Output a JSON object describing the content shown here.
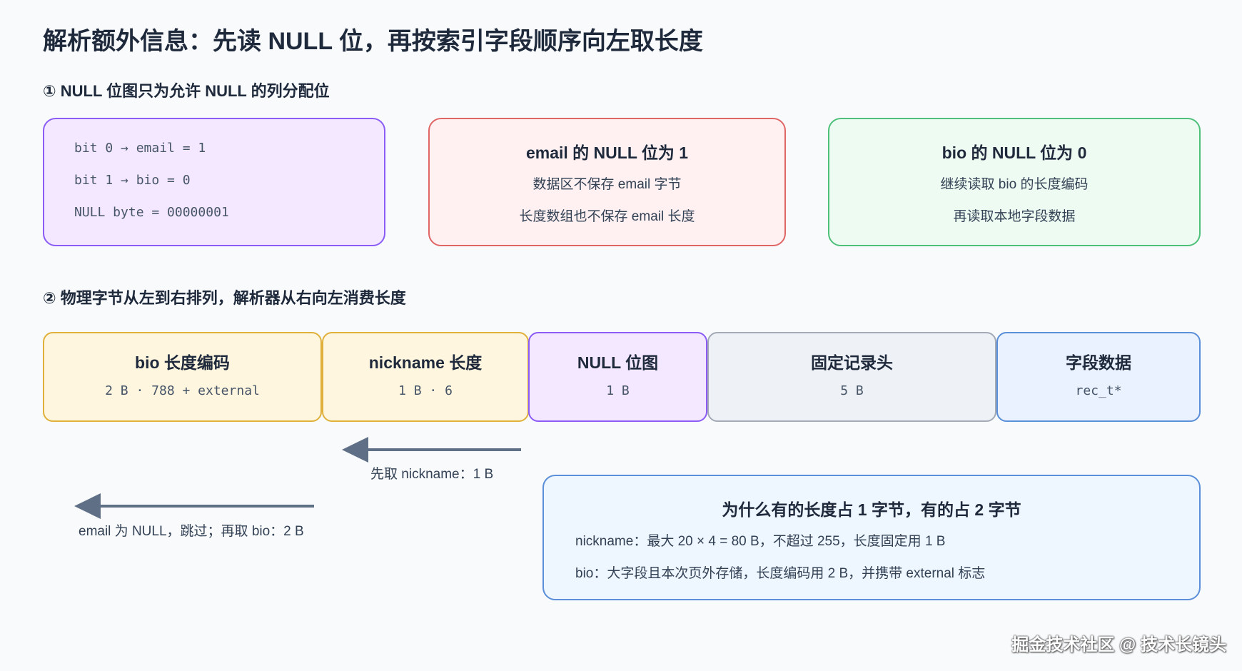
{
  "title": "解析额外信息：先读 NULL 位，再按索引字段顺序向左取长度",
  "section1": {
    "label": "① NULL 位图只为允许 NULL 的列分配位"
  },
  "bitmap_box": {
    "lines": [
      "bit 0 → email = 1",
      "bit 1 → bio = 0",
      "NULL byte = 00000001"
    ]
  },
  "email_box": {
    "heading": "email 的 NULL 位为 1",
    "lines": [
      "数据区不保存 email 字节",
      "长度数组也不保存 email 长度"
    ]
  },
  "bio_box": {
    "heading": "bio 的 NULL 位为 0",
    "lines": [
      "继续读取 bio 的长度编码",
      "再读取本地字段数据"
    ]
  },
  "section2": {
    "label": "② 物理字节从左到右排列，解析器从右向左消费长度"
  },
  "segments": [
    {
      "name": "bio 长度编码",
      "value": "2 B · 788 + external"
    },
    {
      "name": "nickname 长度",
      "value": "1 B · 6"
    },
    {
      "name": "NULL 位图",
      "value": "1 B"
    },
    {
      "name": "固定记录头",
      "value": "5 B"
    },
    {
      "name": "字段数据",
      "value": "rec_t*"
    }
  ],
  "arrows": [
    {
      "label": "先取 nickname：1 B"
    },
    {
      "label": "email 为 NULL，跳过；再取 bio：2 B"
    }
  ],
  "why_box": {
    "heading": "为什么有的长度占 1 字节，有的占 2 字节",
    "lines": [
      "nickname：最大 20 × 4 = 80 B，不超过 255，长度固定用 1 B",
      "bio：大字段且本次页外存储，长度编码用 2 B，并携带 external 标志"
    ]
  },
  "watermark": "掘金技术社区 @ 技术长镜头",
  "colors": {
    "purple": "#8b5cf6",
    "purple_bg": "#f3e8ff",
    "red": "#e06666",
    "red_bg": "#fff1f1",
    "green": "#4ec07a",
    "green_bg": "#eefbf2",
    "amber": "#e0b13a",
    "amber_bg": "#fff6df",
    "gray": "#a3aab6",
    "gray_bg": "#eef1f5",
    "blue": "#5b8fd9",
    "blue_bg": "#eaf2ff",
    "arrow": "#5f6f86"
  }
}
